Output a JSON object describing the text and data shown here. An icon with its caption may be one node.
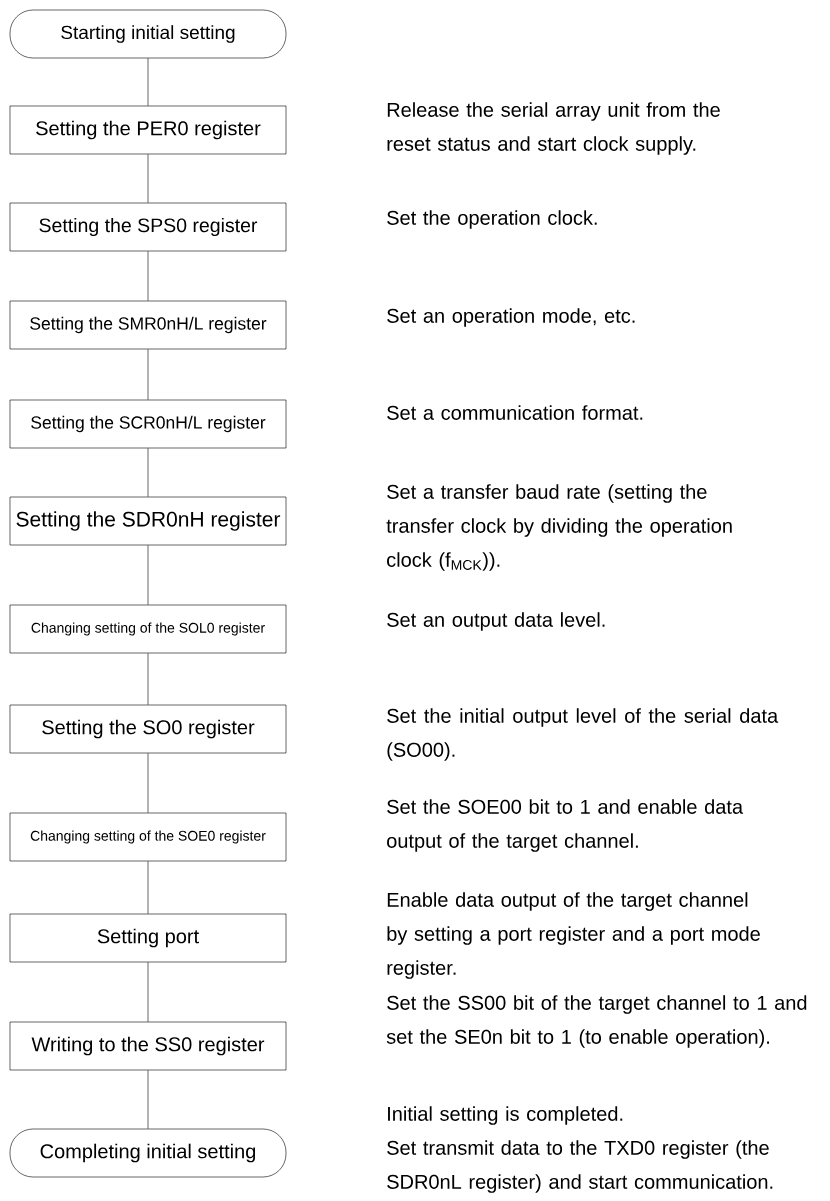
{
  "diagram": {
    "nodes": [
      {
        "text": [
          "Starting initial setting"
        ]
      },
      {
        "text": [
          "Setting the PER0 register"
        ]
      },
      {
        "text": [
          "Setting the SPS0 register"
        ]
      },
      {
        "text": [
          "Setting the SMR0nH/L register"
        ]
      },
      {
        "text": [
          "Setting the SCR0nH/L register"
        ]
      },
      {
        "text": [
          "Setting the SDR0nH register"
        ]
      },
      {
        "text": [
          "Changing setting of the SOL0 register"
        ]
      },
      {
        "text": [
          "Setting the SO0 register"
        ]
      },
      {
        "text": [
          "Changing setting of the SOE0 register"
        ]
      },
      {
        "text": [
          "Setting port"
        ]
      },
      {
        "text": [
          "Writing to the SS0 register"
        ]
      },
      {
        "text": [
          "Completing initial setting"
        ]
      }
    ],
    "edges": [
      {
        "from": 0,
        "to": 1,
        "arrow": "none"
      },
      {
        "from": 1,
        "to": 2,
        "arrow": "none"
      },
      {
        "from": 2,
        "to": 3,
        "arrow": "none"
      },
      {
        "from": 3,
        "to": 4,
        "arrow": "none"
      },
      {
        "from": 4,
        "to": 5,
        "arrow": "none"
      },
      {
        "from": 5,
        "to": 6,
        "arrow": "none"
      },
      {
        "from": 6,
        "to": 7,
        "arrow": "none"
      },
      {
        "from": 7,
        "to": 8,
        "arrow": "none"
      },
      {
        "from": 8,
        "to": 9,
        "arrow": "none"
      },
      {
        "from": 9,
        "to": 10,
        "arrow": "none"
      },
      {
        "from": 10,
        "to": 11,
        "arrow": "none"
      }
    ],
    "labels": [
      "Release the serial array unit from the reset status and start clock supply.",
      "Set the operation clock.",
      "Set an operation mode, etc.",
      "Set a communication format.",
      "Set a transfer baud rate (setting the transfer clock by dividing the operation clock (f$_{MCK}$)).",
      "Set an output data level.",
      "Set the initial output level of the serial data (SO00).",
      "Set the SOE00 bit to 1 and enable data output of the target channel.",
      "Enable data output of the target channel by setting a port register and a port mode register.",
      "Set the SS00 bit of the target channel to 1 and set the SE0n bit to 1 (to enable operation).",
      "Initial setting is completed.",
      "Set transmit data to the TXD0 register (the SDR0nL register) and start communication."
    ]
  }
}
